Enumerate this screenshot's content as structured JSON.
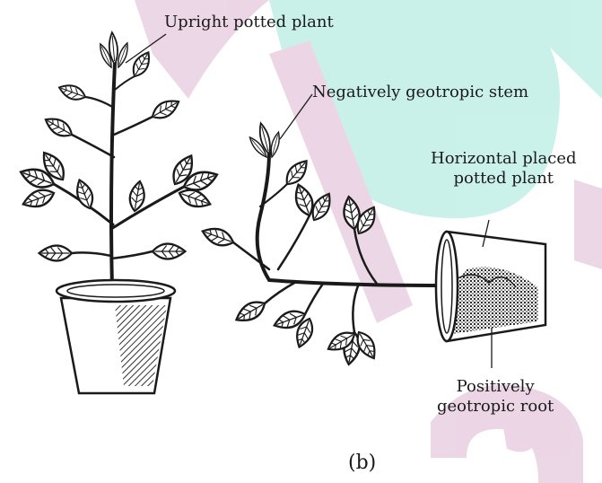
{
  "labels": {
    "upright": "Upright potted plant",
    "neg_stem": "Negatively geotropic stem",
    "horizontal_line1": "Horizontal placed",
    "horizontal_line2": "potted plant",
    "positive_line1": "Positively",
    "positive_line2": "geotropic root",
    "caption": "(b)"
  },
  "colors": {
    "ink": "#1a1a1a",
    "background": "#ffffff",
    "watermark_teal": "#b9ece4",
    "watermark_mauve": "#e6c9de"
  }
}
